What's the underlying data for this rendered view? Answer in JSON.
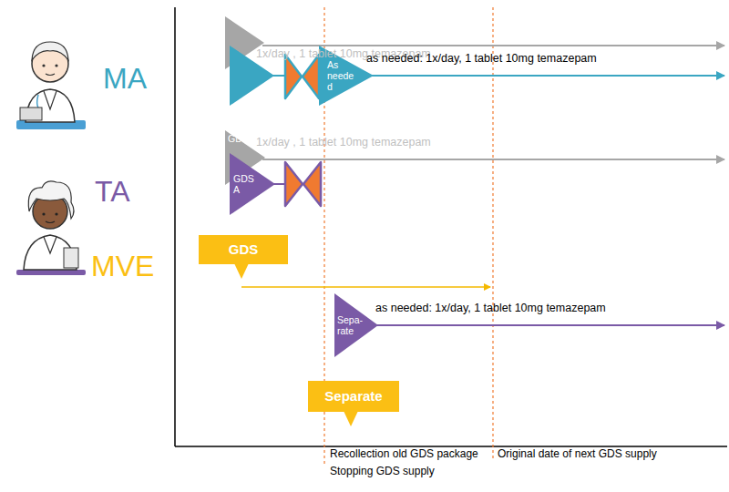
{
  "diagram": {
    "nodes": [
      {
        "text": [
          "As needed"
        ]
      },
      {
        "text": [
          "GDS"
        ]
      },
      {
        "text": [
          "GDS A"
        ]
      },
      {
        "text": [
          "GDS"
        ]
      },
      {
        "text": [
          "Sepa-rate"
        ]
      },
      {
        "text": [
          "Separate"
        ]
      }
    ],
    "labels": [
      "MA",
      "TA",
      "MVE",
      "1x/day , 1 tablet 10mg temazepam",
      "as needed: 1x/day, 1 tablet 10mg temazepam",
      "1x/day , 1 tablet 10mg temazepam",
      "as needed: 1x/day, 1 tablet 10mg temazepam",
      "Recollection old GDS package",
      "Stopping GDS supply",
      "Original date of next GDS supply"
    ]
  }
}
